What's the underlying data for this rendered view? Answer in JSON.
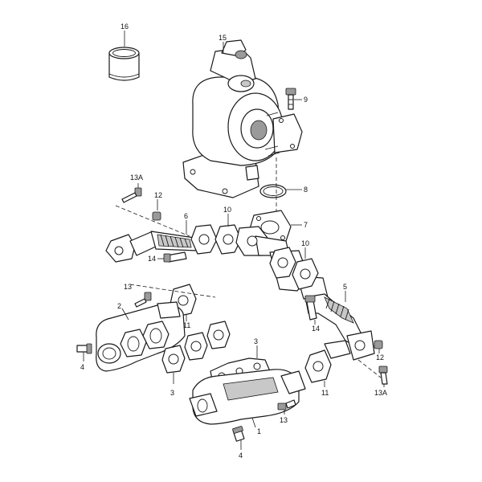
{
  "colors": {
    "line": "#1a1a1a",
    "shade": "#9a9a9a",
    "background": "#ffffff"
  },
  "callouts": {
    "c1": "1",
    "c2": "2",
    "c3a": "3",
    "c3b": "3",
    "c4a": "4",
    "c4b": "4",
    "c5": "5",
    "c6": "6",
    "c7": "7",
    "c8": "8",
    "c9": "9",
    "c10a": "10",
    "c10b": "10",
    "c11a": "11",
    "c11b": "11",
    "c12a": "12",
    "c12b": "12",
    "c13a": "13",
    "c13b": "13",
    "c13Aa": "13A",
    "c13Ab": "13A",
    "c14a": "14",
    "c14b": "14",
    "c15": "15",
    "c16": "16"
  }
}
